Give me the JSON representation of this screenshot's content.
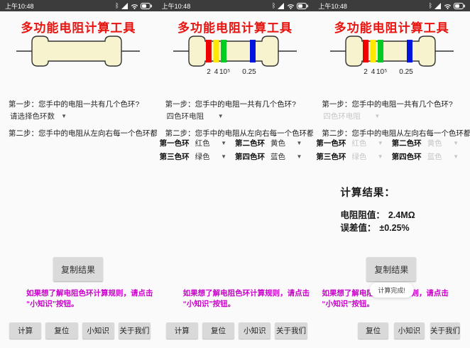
{
  "colors": {
    "title": "#e81410",
    "hint": "#cc00cc",
    "resistor_body": "#f7f3cf",
    "band_red": "#ee0000",
    "band_yellow": "#ffe800",
    "band_green": "#00cc22",
    "band_blue": "#0014dd"
  },
  "status": {
    "time": "上午10:48"
  },
  "icons": {
    "bluetooth_glyph": "ᛒ"
  },
  "panels": [
    {
      "title": "多功能电阻计算工具",
      "step1": "第一步：您手中的电阻一共有几个色环?",
      "spinner": "请选择色环数",
      "step2": "第二步：您手中的电阻从左向右每一个色环都是什么颜",
      "copy_button": "复制结果",
      "hint_line1": "如果想了解电阻色环计算规则，请点击",
      "hint_line2": "“小知识”按钮。",
      "buttons": [
        "计算",
        "复位",
        "小知识",
        "关于我们"
      ]
    },
    {
      "title": "多功能电阻计算工具",
      "step1": "第一步：您手中的电阻一共有几个色环?",
      "spinner": "四色环电阻",
      "step2": "第二步：您手中的电阻从左向右每一个色环都是什么颜",
      "band_labels": [
        "2",
        "4",
        "10⁵",
        "0.25"
      ],
      "selectors": [
        {
          "label": "第一色环",
          "value": "红色"
        },
        {
          "label": "第二色环",
          "value": "黄色"
        },
        {
          "label": "第三色环",
          "value": "绿色"
        },
        {
          "label": "第四色环",
          "value": "蓝色"
        }
      ],
      "hint_line1": "如果想了解电阻色环计算规则，请点击",
      "hint_line2": "“小知识”按钮。",
      "buttons": [
        "计算",
        "复位",
        "小知识",
        "关于我们"
      ]
    },
    {
      "title": "多功能电阻计算工具",
      "step1": "第一步：您手中的电阻一共有几个色环?",
      "spinner": "四色环电阻",
      "step2": "第二步：您手中的电阻从左向右每一个色环都是什么颜",
      "band_labels": [
        "2",
        "4",
        "10⁵",
        "0.25"
      ],
      "selectors": [
        {
          "label": "第一色环",
          "value": "红色"
        },
        {
          "label": "第二色环",
          "value": "黄色"
        },
        {
          "label": "第三色环",
          "value": "绿色"
        },
        {
          "label": "第四色环",
          "value": "蓝色"
        }
      ],
      "result": {
        "heading": "计算结果：",
        "res_label": "电阻阻值：",
        "res_value": "2.4MΩ",
        "tol_label": "误差值：",
        "tol_value": "±0.25%"
      },
      "copy_button": "复制结果",
      "toast": "计算完成!",
      "hint_line1": "如果想了解电阻色环计算规则，请点击",
      "hint_line2": "“小知识”按钮。",
      "buttons": [
        "复位",
        "小知识",
        "关于我们"
      ]
    }
  ]
}
